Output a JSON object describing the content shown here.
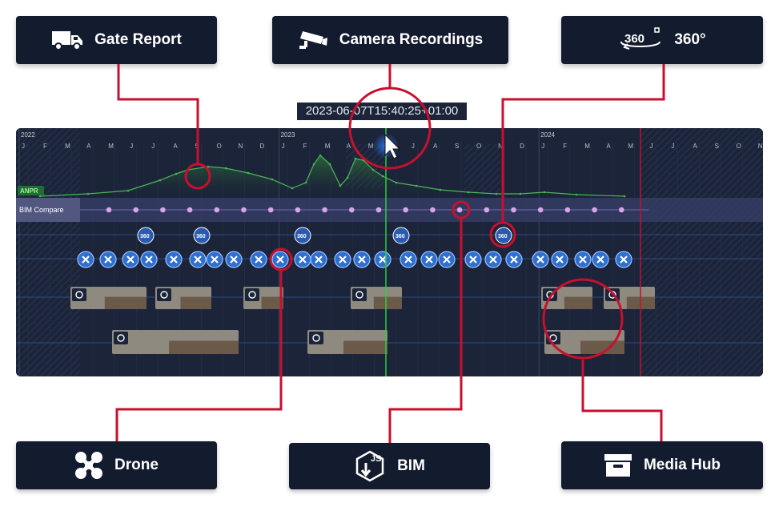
{
  "cards": {
    "gate_report": "Gate Report",
    "camera_recordings": "Camera Recordings",
    "three_sixty": "360°",
    "drone": "Drone",
    "bim": "BIM",
    "media_hub": "Media Hub"
  },
  "timestamp": "2023-06-07T15:40:25+01:00",
  "timeline": {
    "years": [
      "2022",
      "2023",
      "2024"
    ],
    "months": [
      "J",
      "F",
      "M",
      "A",
      "M",
      "J",
      "J",
      "A",
      "S",
      "O",
      "N",
      "D",
      "J",
      "F",
      "M",
      "A",
      "M",
      "J",
      "J",
      "A",
      "S",
      "O",
      "N",
      "D",
      "J",
      "F",
      "M",
      "A",
      "M",
      "J",
      "J",
      "A",
      "S",
      "O",
      "N"
    ],
    "anpr_label": "ANPR",
    "bim_compare_label": "BIM Compare",
    "icon_360_text": "360",
    "bim_icon_text": "JS"
  },
  "colors": {
    "panel": "#1b2438",
    "card": "#131b2e",
    "accent_red": "#c8102e",
    "anpr_green": "#3fae49",
    "bim_pink": "#d7a6e6",
    "drone_blue": "#2e6fd0",
    "cursor_line": "#2ecc40"
  }
}
